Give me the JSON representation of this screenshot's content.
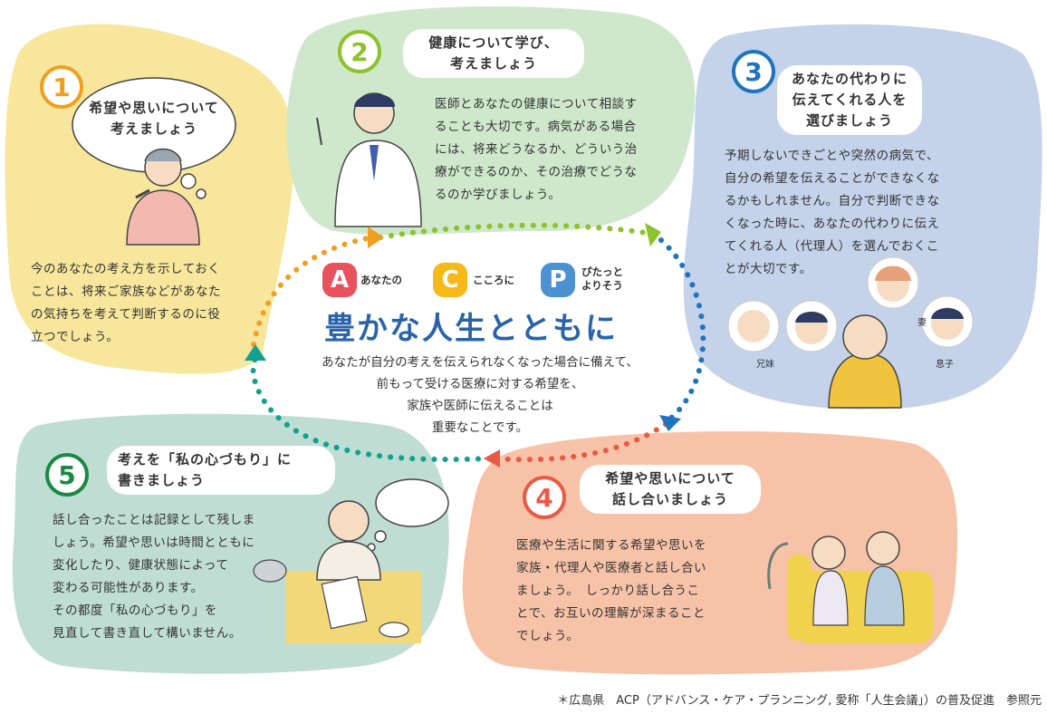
{
  "center": {
    "acp": [
      {
        "letter": "A",
        "label": "あなたの",
        "color": "#e8525c"
      },
      {
        "letter": "C",
        "label": "こころに",
        "color": "#f5b91a"
      },
      {
        "letter": "P",
        "label_line1": "ぴたっと",
        "label_line2": "よりそう",
        "color": "#4c92d1"
      }
    ],
    "title": "豊かな人生とともに",
    "description": [
      "あなたが自分の考えを伝えられなくなった場合に備えて、",
      "前もって受ける医療に対する希望を、",
      "家族や医師に伝えることは",
      "重要なことです。"
    ]
  },
  "steps": [
    {
      "number": "1",
      "color": "#f0a021",
      "bg": "#f7e69c",
      "title": [
        "希望や思いについて",
        "考えましょう"
      ],
      "text": [
        "今のあなたの考え方を示しておく",
        "ことは、将来ご家族などがあなた",
        "の気持ちを考えて判断するのに役",
        "立つでしょう。"
      ]
    },
    {
      "number": "2",
      "color": "#8cc22a",
      "bg": "#cfe8cc",
      "title": [
        "健康について学び、",
        "考えましょう"
      ],
      "text": [
        "医師とあなたの健康について相談す",
        "ることも大切です。病気がある場合",
        "には、将来どうなるか、どういう治",
        "療ができるのか、その治療でどうな",
        "るのか学びましょう。"
      ]
    },
    {
      "number": "3",
      "color": "#1f74bd",
      "bg": "#c4d2ea",
      "title": [
        "あなたの代わりに",
        "伝えてくれる人を",
        "選びましょう"
      ],
      "text": [
        "予期しないできごとや突然の病気で、",
        "自分の希望を伝えることができなくな",
        "るかもしれません。自分で判断できな",
        "くなった時に、あなたの代わりに伝え",
        "てくれる人（代理人）を選んでおくこ",
        "とが大切です。"
      ],
      "people": {
        "sibling": "兄妹",
        "wife": "妻",
        "son": "息子"
      }
    },
    {
      "number": "4",
      "color": "#e95a45",
      "bg": "#f7c3a8",
      "title": [
        "希望や思いについて",
        "話し合いましょう"
      ],
      "text": [
        "医療や生活に関する希望や思いを",
        "家族・代理人や医療者と話し合い",
        "ましょう。　しっかり話し合うこ",
        "とで、お互いの理解が深まること",
        "でしょう。"
      ]
    },
    {
      "number": "5",
      "color": "#188a44",
      "bg": "#bfddd3",
      "title": [
        "考えを「私の心づもり」に",
        "書きましょう"
      ],
      "text": [
        "話し合ったことは記録として残しま",
        "しょう。希望や思いは時間とともに",
        "変化したり、健康状態によって",
        "変わる可能性があります。",
        "その都度「私の心づもり」を",
        "見直して書き直して構いません。"
      ]
    }
  ],
  "footer": "＊広島県　ACP（アドバンス・ケア・プランニング, 愛称「人生会議」）の普及促進　参照元"
}
